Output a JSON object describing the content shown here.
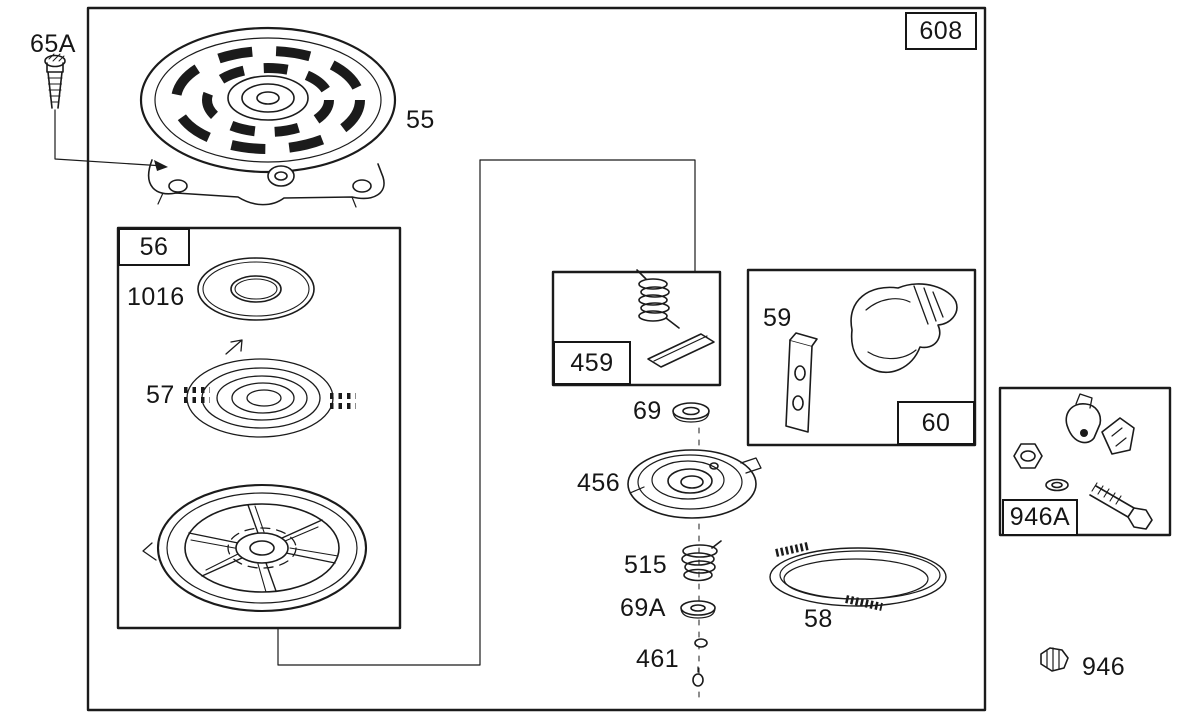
{
  "labels": {
    "l65A": "65A",
    "l55": "55",
    "l56": "56",
    "l1016": "1016",
    "l57": "57",
    "l608": "608",
    "l459": "459",
    "l69": "69",
    "l456": "456",
    "l59": "59",
    "l60": "60",
    "l515": "515",
    "l69A": "69A",
    "l461": "461",
    "l58": "58",
    "l946A": "946A",
    "l946": "946"
  },
  "colors": {
    "ink": "#1b1b1b",
    "paper": "#ffffff"
  }
}
